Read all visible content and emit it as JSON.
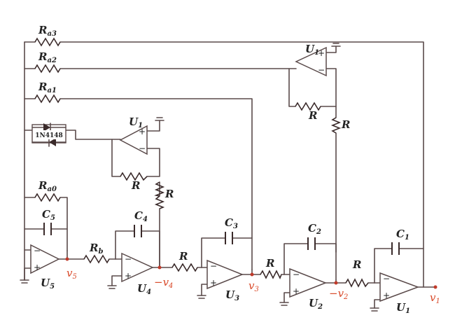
{
  "labels": {
    "ra3": "R",
    "ra3_sub": "a3",
    "ra2": "R",
    "ra2_sub": "a2",
    "ra1": "R",
    "ra1_sub": "a1",
    "ra0": "R",
    "ra0_sub": "a0",
    "rb": "R",
    "rb_sub": "b",
    "r": "R",
    "c1": "C",
    "c1_sub": "1",
    "c2": "C",
    "c2_sub": "2",
    "c3": "C",
    "c3_sub": "3",
    "c4": "C",
    "c4_sub": "4",
    "c5": "C",
    "c5_sub": "5",
    "u": "U",
    "u1_sub": "1",
    "u2_sub": "2",
    "u3_sub": "3",
    "u4_sub": "4",
    "u5_sub": "5",
    "diode": "1N4148",
    "plus": "+",
    "minus": "−"
  },
  "outputs": {
    "v": "v",
    "neg_v": "−v",
    "v1_sub": "1",
    "v2_sub": "2",
    "v3_sub": "3",
    "v4_sub": "4",
    "v5_sub": "5"
  },
  "colors": {
    "wire": "#5a4a4a",
    "output_label": "#d94a2a",
    "node": "#c03a2a"
  }
}
